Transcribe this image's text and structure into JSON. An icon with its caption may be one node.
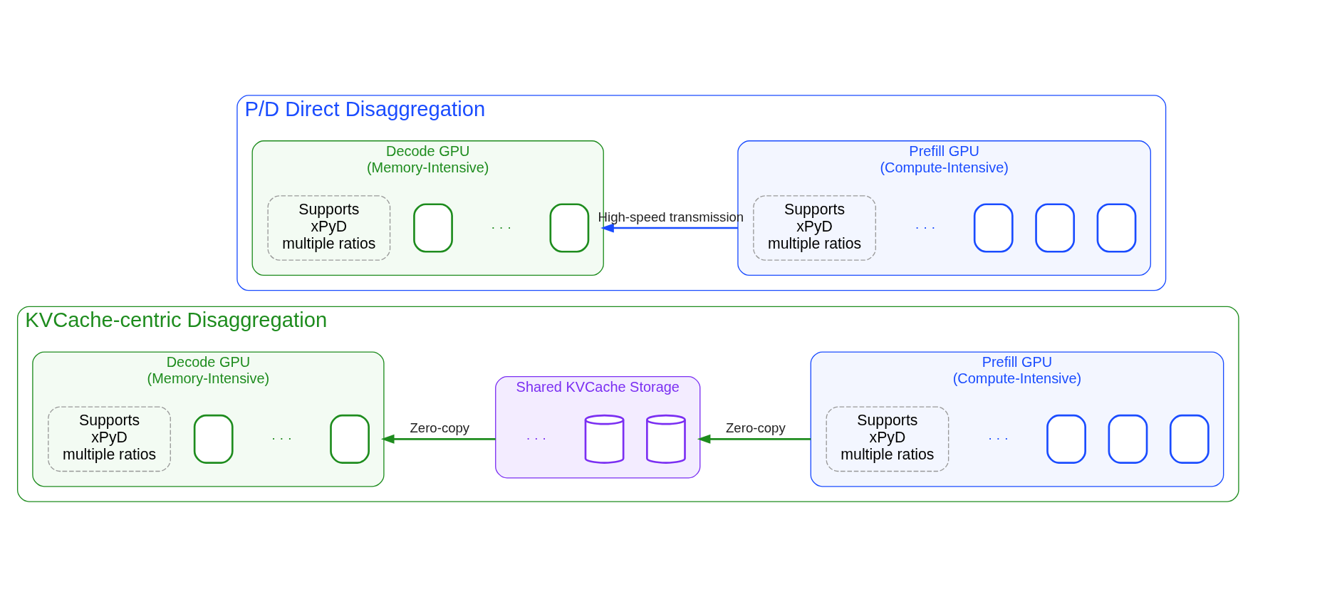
{
  "diagram": {
    "nodes": [
      {
        "text": [
          "P/D Direct Disaggregation"
        ]
      },
      {
        "text": [
          "Prefill GPU",
          "(Compute-Intensive)"
        ],
        "in": 0
      },
      {
        "text": [],
        "shape": "box",
        "in": 1
      },
      {
        "text": [],
        "shape": "box",
        "in": 1
      },
      {
        "text": [],
        "shape": "box",
        "in": 1
      },
      {
        "text": [
          "· · ·"
        ],
        "in": 1
      },
      {
        "text": [
          "Supports xPyD multiple ratios"
        ],
        "in": 1
      },
      {
        "text": [
          "Decode GPU",
          "(Memory-Intensive)"
        ],
        "in": 0
      },
      {
        "text": [],
        "shape": "box",
        "in": 7
      },
      {
        "text": [
          "· · ·"
        ],
        "in": 7
      },
      {
        "text": [],
        "shape": "box",
        "in": 7
      },
      {
        "text": [
          "Supports xPyD multiple ratios"
        ],
        "in": 7
      },
      {
        "text": [
          "KVCache-centric Disaggregation"
        ]
      },
      {
        "text": [
          "Prefill GPU",
          "(Compute-Intensive)"
        ],
        "in": 12
      },
      {
        "text": [],
        "shape": "box",
        "in": 13
      },
      {
        "text": [],
        "shape": "box",
        "in": 13
      },
      {
        "text": [],
        "shape": "box",
        "in": 13
      },
      {
        "text": [
          "· · ·"
        ],
        "in": 13
      },
      {
        "text": [
          "Supports xPyD multiple ratios"
        ],
        "in": 13
      },
      {
        "text": [
          "Shared KVCache Storage"
        ],
        "in": 12
      },
      {
        "text": [],
        "shape": "cylinder",
        "in": 19
      },
      {
        "text": [],
        "shape": "cylinder",
        "in": 19
      },
      {
        "text": [
          "· · ·"
        ],
        "in": 19
      },
      {
        "text": [
          "Decode GPU",
          "(Memory-Intensive)"
        ],
        "in": 12
      },
      {
        "text": [],
        "shape": "box",
        "in": 23
      },
      {
        "text": [
          "· · ·"
        ],
        "in": 23
      },
      {
        "text": [],
        "shape": "box",
        "in": 23
      },
      {
        "text": [
          "Supports xPyD multiple ratios"
        ],
        "in": 23
      }
    ],
    "edges": [
      {
        "from": 1,
        "to": 7,
        "arrow": "to",
        "label": "High-speed transmission",
        "color": "#1a4cff"
      },
      {
        "from": 13,
        "to": 19,
        "arrow": "to",
        "label": "Zero-copy"
      },
      {
        "from": 19,
        "to": 23,
        "arrow": "to",
        "label": "Zero-copy"
      }
    ]
  }
}
